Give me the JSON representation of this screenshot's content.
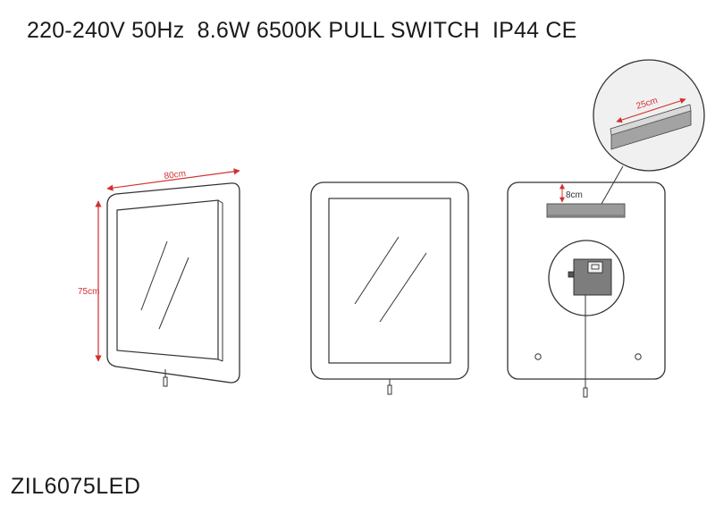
{
  "header": {
    "spec_line": "220-240V 50Hz  8.6W 6500K PULL SWITCH  IP44 CE"
  },
  "footer": {
    "model": "ZIL6075LED"
  },
  "dimensions": {
    "width": "80cm",
    "height": "75cm",
    "strip_offset": "8cm",
    "strip_length": "25cm"
  },
  "colors": {
    "line": "#333333",
    "dimension": "#d32f2f",
    "strip": "#9a9a9a",
    "box": "#7d7d7d"
  }
}
